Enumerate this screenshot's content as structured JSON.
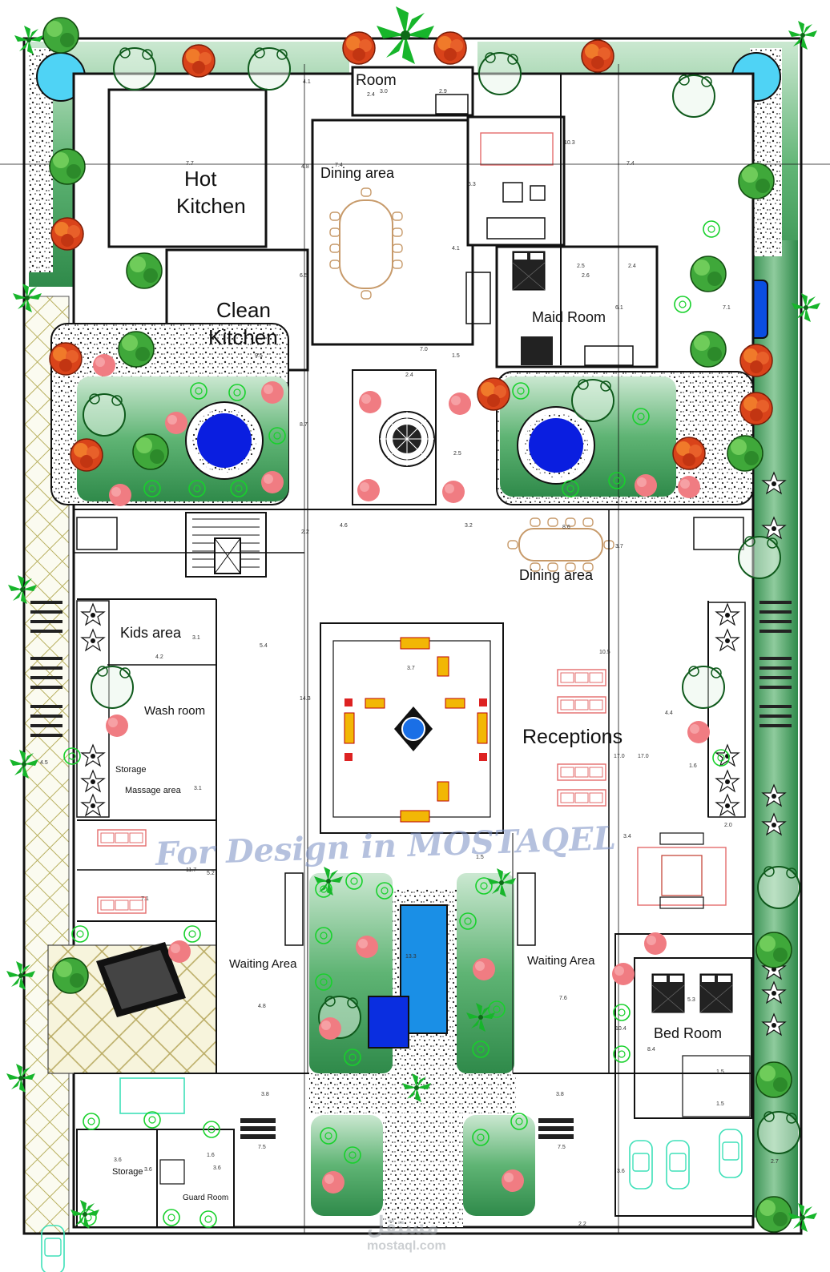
{
  "rooms": {
    "room": "Room",
    "hot_kitchen_1": "Hot",
    "hot_kitchen_2": "Kitchen",
    "dining_top": "Dining  area",
    "clean_kitchen_1": "Clean",
    "clean_kitchen_2": "Kitchen",
    "maid_room": "Maid Room",
    "dining_mid": "Dining  area",
    "kids_area": "Kids  area",
    "wash_room": "Wash room",
    "storage_small": "Storage",
    "massage_area": "Massage area",
    "receptions": "Receptions",
    "waiting_left": "Waiting Area",
    "waiting_right": "Waiting Area",
    "bed_room": "Bed  Room",
    "storage_bottom": "Storage",
    "guard_room": "Guard Room"
  },
  "dimensions": [
    "2.4",
    "3.0",
    "2.9",
    "4.1",
    "10.3",
    "7.4",
    "7.7",
    "4.8",
    "7.4",
    "6.3",
    "6.5",
    "4.1",
    "2.5",
    "2.4",
    "2.6",
    "6.1",
    "7.1",
    "9.5",
    "7.0",
    "1.5",
    "2.4",
    "8.7",
    "2.5",
    "2.2",
    "4.6",
    "3.2",
    "8.6",
    "3.7",
    "5.4",
    "3.1",
    "4.2",
    "3.7",
    "14.3",
    "17.0",
    "17.0",
    "10.5",
    "4.4",
    "1.6",
    "2.0",
    "3.1",
    "4.5",
    "11.7",
    "5.2",
    "7.1",
    "1.5",
    "3.4",
    "4.8",
    "7.6",
    "13.3",
    "10.4",
    "8.4",
    "5.3",
    "1.5",
    "1.5",
    "3.8",
    "3.8",
    "7.5",
    "7.5",
    "3.6",
    "3.6",
    "1.6",
    "3.6",
    "3.6",
    "2.7",
    "2.2"
  ],
  "watermark": {
    "main": "For Design in MOSTAQEL",
    "brand_arabic": "مستقل",
    "brand_site": "mostaql.com"
  },
  "colors": {
    "lawn": "#3f9a5a",
    "lawn_light": "#c9e6cf",
    "water": "#1a8fe6",
    "pool_deep": "#0a2ee0",
    "wall": "#111111",
    "tree_red": "#e3541b",
    "tree_green": "#3fa83a",
    "tree_pink": "#f07c82",
    "hatch": "#b8b060"
  }
}
